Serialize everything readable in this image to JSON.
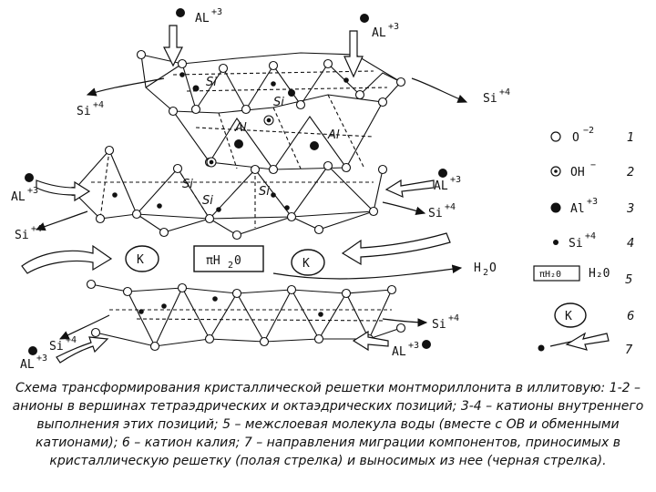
{
  "diagram": {
    "labels": {
      "al3_top_left": "AL",
      "al3_top_right": "AL",
      "al3_mid_right": "AL",
      "al3_left": "AL",
      "al3_bottom_left": "AL",
      "al3_bottom_mid": "AL",
      "si4_top_left": "Si",
      "si4_top_right": "Si",
      "si4_left": "Si",
      "si4_mid_right": "Si",
      "si4_bottom_left": "Si",
      "si4_bottom_mid": "Si",
      "h2o_mid": "H",
      "h2o_mid_o": "O",
      "h2o_mid_sub": "2",
      "water_box": "πH",
      "water_box_o": "0",
      "water_box_sub": "2",
      "k_left": "K",
      "k_right": "K"
    },
    "charges": {
      "al": "+3",
      "si": "+4"
    },
    "site_labels": {
      "si_a": "Si",
      "si_b": "Si",
      "al_a": "Al",
      "al_b": "Al",
      "si_c": "Si",
      "si_d": "Si",
      "si_e": "Si"
    }
  },
  "legend": {
    "items": [
      {
        "symbol": "O",
        "charge": "−2",
        "number": "1"
      },
      {
        "symbol": "OH",
        "charge": "−",
        "number": "2"
      },
      {
        "symbol": "Al",
        "charge": "+3",
        "number": "3"
      },
      {
        "symbol": "Si",
        "charge": "+4",
        "number": "4"
      },
      {
        "symbol_box": "πH₂0",
        "symbol": "H₂0",
        "number": "5"
      },
      {
        "symbol": "K",
        "number": "6"
      },
      {
        "number": "7"
      }
    ]
  },
  "caption": "Схема трансформирования кристаллической решетки монтмориллонита в иллитовую: 1-2 – анионы в вершинах тетраэдрических и октаэдрических позиций; 3-4 – катионы внутреннего выполнения этих позиций; 5 – межслоевая молекула воды (вместе с ОВ и обменными катионами); 6 – катион калия; 7 – направления миграции компонентов, приносимых в кристаллическую решетку (полая стрелка) и выносимых из нее (черная стрелка).",
  "colors": {
    "ink": "#111111",
    "paper": "#ffffff"
  }
}
